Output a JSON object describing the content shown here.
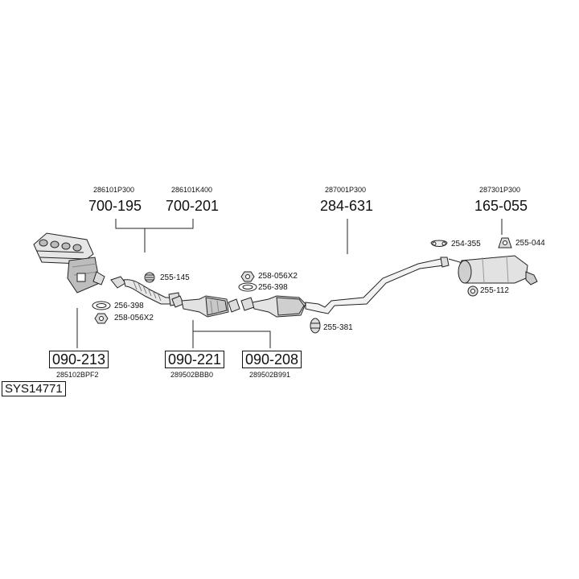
{
  "diagram": {
    "system_code": "SYS14771",
    "parts": [
      {
        "id": "p1",
        "number": "700-195",
        "oem": "286101P300"
      },
      {
        "id": "p2",
        "number": "700-201",
        "oem": "286101K400"
      },
      {
        "id": "p3",
        "number": "284-631",
        "oem": "287001P300"
      },
      {
        "id": "p4",
        "number": "165-055",
        "oem": "287301P300"
      },
      {
        "id": "p5",
        "number": "090-213",
        "oem": "285102BPF2"
      },
      {
        "id": "p6",
        "number": "090-221",
        "oem": "289502BBB0"
      },
      {
        "id": "p7",
        "number": "090-208",
        "oem": "289502B991"
      }
    ],
    "accessories": [
      {
        "id": "a1",
        "number": "255-145"
      },
      {
        "id": "a2",
        "number": "256-398"
      },
      {
        "id": "a3",
        "number": "258-056X2"
      },
      {
        "id": "a4",
        "number": "258-056X2"
      },
      {
        "id": "a5",
        "number": "256-398"
      },
      {
        "id": "a6",
        "number": "255-381"
      },
      {
        "id": "a7",
        "number": "254-355"
      },
      {
        "id": "a8",
        "number": "255-044"
      },
      {
        "id": "a9",
        "number": "255-112"
      }
    ]
  }
}
